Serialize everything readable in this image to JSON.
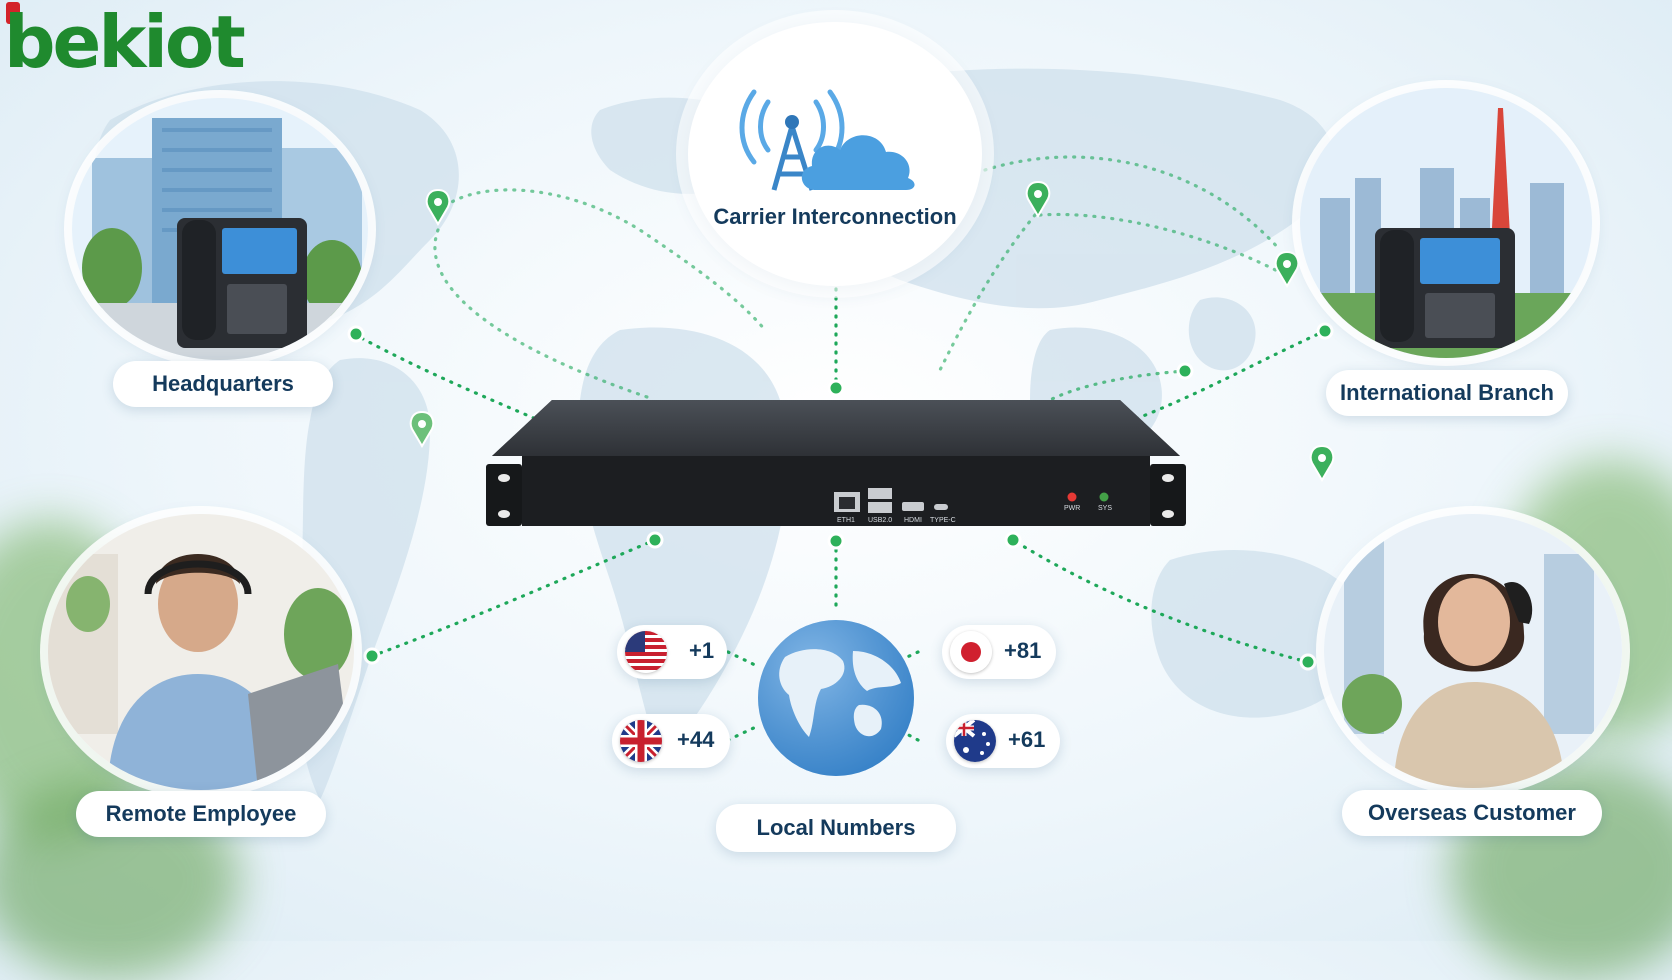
{
  "logo": {
    "text": "bekiot",
    "color": "#1f8a2e",
    "accent": "#d3232a"
  },
  "carrier": {
    "label": "Carrier Interconnection"
  },
  "nodes": {
    "headquarters": {
      "label": "Headquarters"
    },
    "international_branch": {
      "label": "International Branch"
    },
    "remote_employee": {
      "label": "Remote Employee"
    },
    "overseas_customer": {
      "label": "Overseas Customer"
    },
    "local_numbers": {
      "label": "Local Numbers"
    }
  },
  "device": {
    "ports": [
      "ETH1",
      "USB2.0",
      "HDMI",
      "TYPE-C"
    ],
    "leds": [
      {
        "label": "PWR",
        "color": "#e53935"
      },
      {
        "label": "SYS",
        "color": "#43a047"
      }
    ]
  },
  "country_codes": [
    {
      "code": "+1",
      "flag": "us-flag-icon"
    },
    {
      "code": "+44",
      "flag": "uk-flag-icon"
    },
    {
      "code": "+81",
      "flag": "japan-flag-icon"
    },
    {
      "code": "+61",
      "flag": "australia-flag-icon"
    }
  ],
  "colors": {
    "link": "#1ea85a",
    "text": "#143a5c",
    "map": "#c9dcea"
  }
}
